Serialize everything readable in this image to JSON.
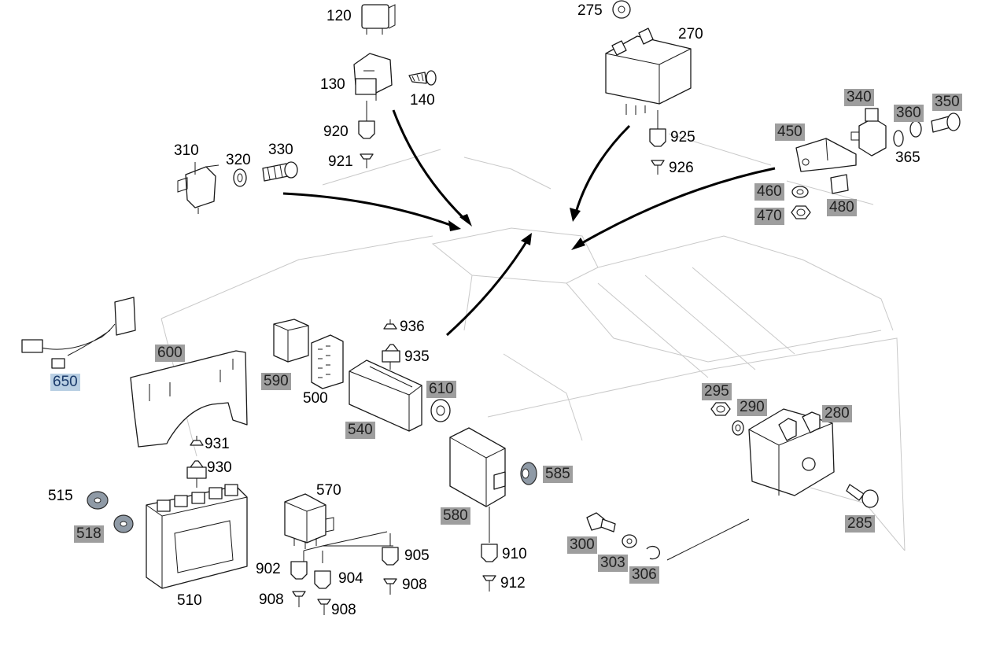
{
  "diagram": {
    "callouts": [
      {
        "id": "120",
        "style": "plain"
      },
      {
        "id": "130",
        "style": "plain"
      },
      {
        "id": "140",
        "style": "plain"
      },
      {
        "id": "920",
        "style": "plain"
      },
      {
        "id": "921",
        "style": "plain"
      },
      {
        "id": "275",
        "style": "plain"
      },
      {
        "id": "270",
        "style": "plain"
      },
      {
        "id": "925",
        "style": "plain"
      },
      {
        "id": "926",
        "style": "plain"
      },
      {
        "id": "310",
        "style": "plain"
      },
      {
        "id": "320",
        "style": "plain"
      },
      {
        "id": "330",
        "style": "plain"
      },
      {
        "id": "340",
        "style": "gray"
      },
      {
        "id": "350",
        "style": "gray"
      },
      {
        "id": "360",
        "style": "gray"
      },
      {
        "id": "365",
        "style": "plain"
      },
      {
        "id": "450",
        "style": "gray"
      },
      {
        "id": "460",
        "style": "gray"
      },
      {
        "id": "470",
        "style": "gray"
      },
      {
        "id": "480",
        "style": "gray"
      },
      {
        "id": "650",
        "style": "selected"
      },
      {
        "id": "600",
        "style": "gray"
      },
      {
        "id": "590",
        "style": "gray"
      },
      {
        "id": "500",
        "style": "plain"
      },
      {
        "id": "936",
        "style": "plain"
      },
      {
        "id": "935",
        "style": "plain"
      },
      {
        "id": "610",
        "style": "gray"
      },
      {
        "id": "540",
        "style": "gray"
      },
      {
        "id": "931",
        "style": "plain"
      },
      {
        "id": "930",
        "style": "plain"
      },
      {
        "id": "515",
        "style": "plain"
      },
      {
        "id": "518",
        "style": "gray"
      },
      {
        "id": "510",
        "style": "plain"
      },
      {
        "id": "570",
        "style": "plain"
      },
      {
        "id": "902",
        "style": "plain"
      },
      {
        "id": "904",
        "style": "plain"
      },
      {
        "id": "905",
        "style": "plain"
      },
      {
        "id": "908a",
        "label": "908",
        "style": "plain"
      },
      {
        "id": "908b",
        "label": "908",
        "style": "plain"
      },
      {
        "id": "908c",
        "label": "908",
        "style": "plain"
      },
      {
        "id": "585",
        "style": "gray"
      },
      {
        "id": "580",
        "style": "gray"
      },
      {
        "id": "910",
        "style": "plain"
      },
      {
        "id": "912",
        "style": "plain"
      },
      {
        "id": "295",
        "style": "gray"
      },
      {
        "id": "290",
        "style": "gray"
      },
      {
        "id": "280",
        "style": "gray"
      },
      {
        "id": "285",
        "style": "gray"
      },
      {
        "id": "300",
        "style": "gray"
      },
      {
        "id": "303",
        "style": "gray"
      },
      {
        "id": "306",
        "style": "gray"
      }
    ]
  },
  "colors": {
    "highlight_gray": "#9e9e9e",
    "selected_blue": "#b9cfe3",
    "line": "#1a1a1a",
    "background_line": "#c9c9c9"
  }
}
